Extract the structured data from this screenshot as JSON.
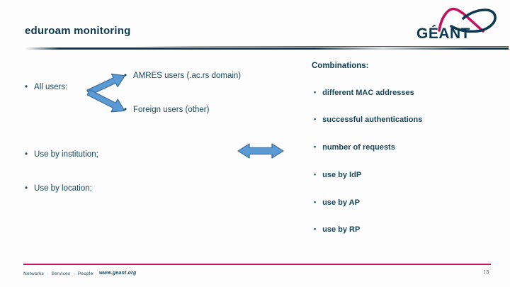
{
  "slide": {
    "title": "eduroam monitoring",
    "logo_text": "GÉANT",
    "page_number": "13",
    "footer": {
      "tagline": [
        "Networks",
        "Services",
        "People"
      ],
      "separator": "·",
      "website": "www.geant.org"
    }
  },
  "content": {
    "all_users_label": "All users:",
    "amres_label": "AMRES users (.ac.rs domain)",
    "foreign_label": "Foreign users (other)",
    "institution_label": "Use by institution;",
    "location_label": "Use by location;",
    "combinations_heading": "Combinations:",
    "combination_items": [
      "different MAC addresses",
      "successful authentications",
      "number of requests",
      "use by IdP",
      "use by AP",
      "use by RP"
    ],
    "icons": {
      "arrow_up_right": "arrow-up-right-icon",
      "arrow_down_right": "arrow-down-right-icon",
      "double_arrow": "double-headed-arrow-icon",
      "logo_swoosh": "geant-swoosh-icon"
    }
  },
  "colors": {
    "title_text": "#0d3a50",
    "body_text": "#17475c",
    "accent_crimson": "#c4125e",
    "arrow_fill": "#5b9bd5",
    "arrow_border": "#41719c"
  }
}
